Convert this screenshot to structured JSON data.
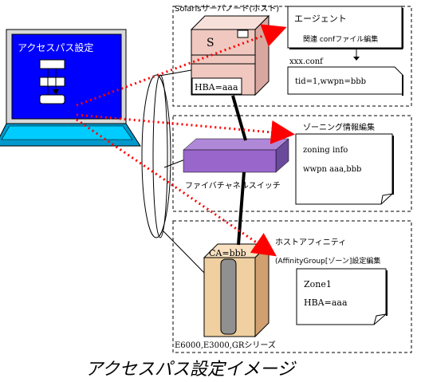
{
  "diagram": {
    "caption": "アクセスパス設定イメージ",
    "pc": {
      "screen_title": "アクセスパス設定"
    },
    "server_group": {
      "title": "Solarisサーバノード(ホスト)",
      "server_letter": "S",
      "hba_label": "HBA=aaa",
      "agent_note": {
        "title": "エージェント",
        "subtitle": "関連 confファイル編集"
      },
      "conf_file": {
        "name": "xxx.conf",
        "content": "tid=1,wwpn=bbb"
      }
    },
    "switch_group": {
      "title": "ファイバチャネルスイッチ",
      "zoning_heading": "ゾーニング情報編集",
      "zoning_doc": {
        "line1": "zoning info",
        "line2": "wwpn aaa,bbb"
      }
    },
    "storage_group": {
      "ca_label": "CA=bbb",
      "affinity_heading": "ホストアフィニティ",
      "affinity_sub": "(AffinityGroup[ゾーン]設定編集",
      "zone_doc": {
        "line1": "Zone1",
        "line2": "HBA=aaa"
      },
      "series_label": "E6000,E3000,GRシリーズ"
    },
    "colors": {
      "screen_blue": "#0000ff",
      "dotted_red": "#ff0000",
      "switch_purple": "#9966cc",
      "server_pink": "#f0c8c0",
      "storage_tan": "#f0d0a0"
    }
  }
}
